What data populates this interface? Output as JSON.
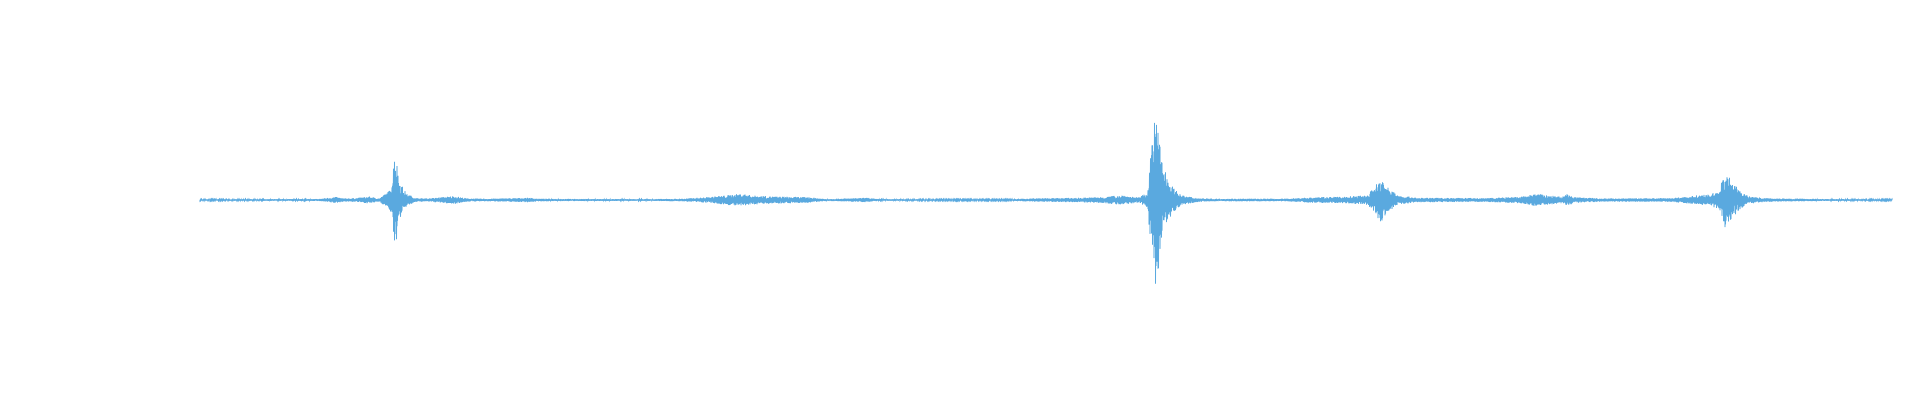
{
  "waveform": {
    "color": "#5aa9df",
    "background": "#ffffff",
    "baseline_opacity": 0.55,
    "amplitude_envelope": [
      [
        0.0,
        0.004
      ],
      [
        0.07,
        0.006
      ],
      [
        0.08,
        0.02
      ],
      [
        0.085,
        0.01
      ],
      [
        0.092,
        0.012
      ],
      [
        0.1,
        0.022
      ],
      [
        0.106,
        0.01
      ],
      [
        0.112,
        0.06
      ],
      [
        0.114,
        0.16
      ],
      [
        0.115,
        0.34
      ],
      [
        0.116,
        0.26
      ],
      [
        0.118,
        0.12
      ],
      [
        0.122,
        0.04
      ],
      [
        0.128,
        0.012
      ],
      [
        0.135,
        0.01
      ],
      [
        0.15,
        0.025
      ],
      [
        0.158,
        0.01
      ],
      [
        0.17,
        0.008
      ],
      [
        0.195,
        0.014
      ],
      [
        0.2,
        0.008
      ],
      [
        0.23,
        0.006
      ],
      [
        0.26,
        0.005
      ],
      [
        0.285,
        0.008
      ],
      [
        0.3,
        0.018
      ],
      [
        0.32,
        0.04
      ],
      [
        0.327,
        0.028
      ],
      [
        0.34,
        0.022
      ],
      [
        0.36,
        0.018
      ],
      [
        0.37,
        0.006
      ],
      [
        0.395,
        0.014
      ],
      [
        0.4,
        0.006
      ],
      [
        0.43,
        0.004
      ],
      [
        0.48,
        0.004
      ],
      [
        0.49,
        0.01
      ],
      [
        0.52,
        0.014
      ],
      [
        0.535,
        0.02
      ],
      [
        0.545,
        0.032
      ],
      [
        0.55,
        0.022
      ],
      [
        0.555,
        0.016
      ],
      [
        0.56,
        0.05
      ],
      [
        0.562,
        0.3
      ],
      [
        0.565,
        0.56
      ],
      [
        0.567,
        0.38
      ],
      [
        0.57,
        0.2
      ],
      [
        0.575,
        0.08
      ],
      [
        0.58,
        0.03
      ],
      [
        0.59,
        0.012
      ],
      [
        0.6,
        0.008
      ],
      [
        0.64,
        0.008
      ],
      [
        0.66,
        0.018
      ],
      [
        0.675,
        0.02
      ],
      [
        0.69,
        0.03
      ],
      [
        0.695,
        0.1
      ],
      [
        0.698,
        0.14
      ],
      [
        0.702,
        0.08
      ],
      [
        0.708,
        0.03
      ],
      [
        0.72,
        0.014
      ],
      [
        0.76,
        0.012
      ],
      [
        0.78,
        0.02
      ],
      [
        0.79,
        0.04
      ],
      [
        0.796,
        0.03
      ],
      [
        0.805,
        0.02
      ],
      [
        0.808,
        0.04
      ],
      [
        0.812,
        0.018
      ],
      [
        0.83,
        0.01
      ],
      [
        0.87,
        0.012
      ],
      [
        0.878,
        0.02
      ],
      [
        0.885,
        0.03
      ],
      [
        0.892,
        0.034
      ],
      [
        0.898,
        0.06
      ],
      [
        0.9,
        0.14
      ],
      [
        0.902,
        0.19
      ],
      [
        0.905,
        0.12
      ],
      [
        0.91,
        0.06
      ],
      [
        0.915,
        0.024
      ],
      [
        0.925,
        0.012
      ],
      [
        0.96,
        0.006
      ],
      [
        1.0,
        0.004
      ]
    ]
  }
}
